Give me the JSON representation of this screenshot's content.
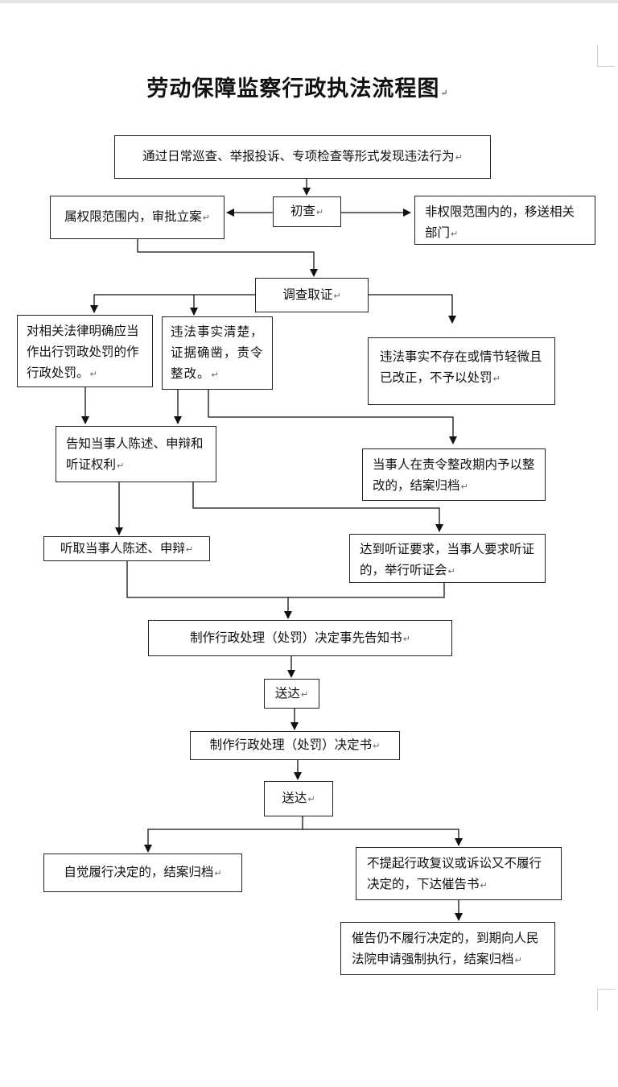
{
  "title": "劳动保障监察行政执法流程图",
  "nodes": {
    "discover": "通过日常巡查、举报投诉、专项检查等形式发现违法行为",
    "in_scope": "属权限范围内，审批立案",
    "preliminary": "初查",
    "out_scope": "非权限范围内的，移送相关部门",
    "investigate": "调查取证",
    "clear_law": "对相关法律明确应当作出行罚政处罚的作行政处罚。",
    "facts_clear": "违法事实清楚，证据确凿，责令整改。",
    "no_violation": "违法事实不存在或情节轻微且已改正，不予以处罚",
    "inform_rights": "告知当事人陈述、申辩和听证权利",
    "rectified": "当事人在责令整改期内予以整改的，结案归档",
    "hear_statement": "听取当事人陈述、申辩",
    "hearing": "达到听证要求，当事人要求听证的，举行听证会",
    "prior_notice": "制作行政处理（处罚）决定事先告知书",
    "deliver1": "送达",
    "decision": "制作行政处理（处罚）决定书",
    "deliver2": "送达",
    "voluntary": "自觉履行决定的，结案归档",
    "no_appeal": "不提起行政复议或诉讼又不履行决定的，下达催告书",
    "enforce": "催告仍不履行决定的，到期向人民法院申请强制执行，结案归档"
  },
  "para_mark": "↵"
}
